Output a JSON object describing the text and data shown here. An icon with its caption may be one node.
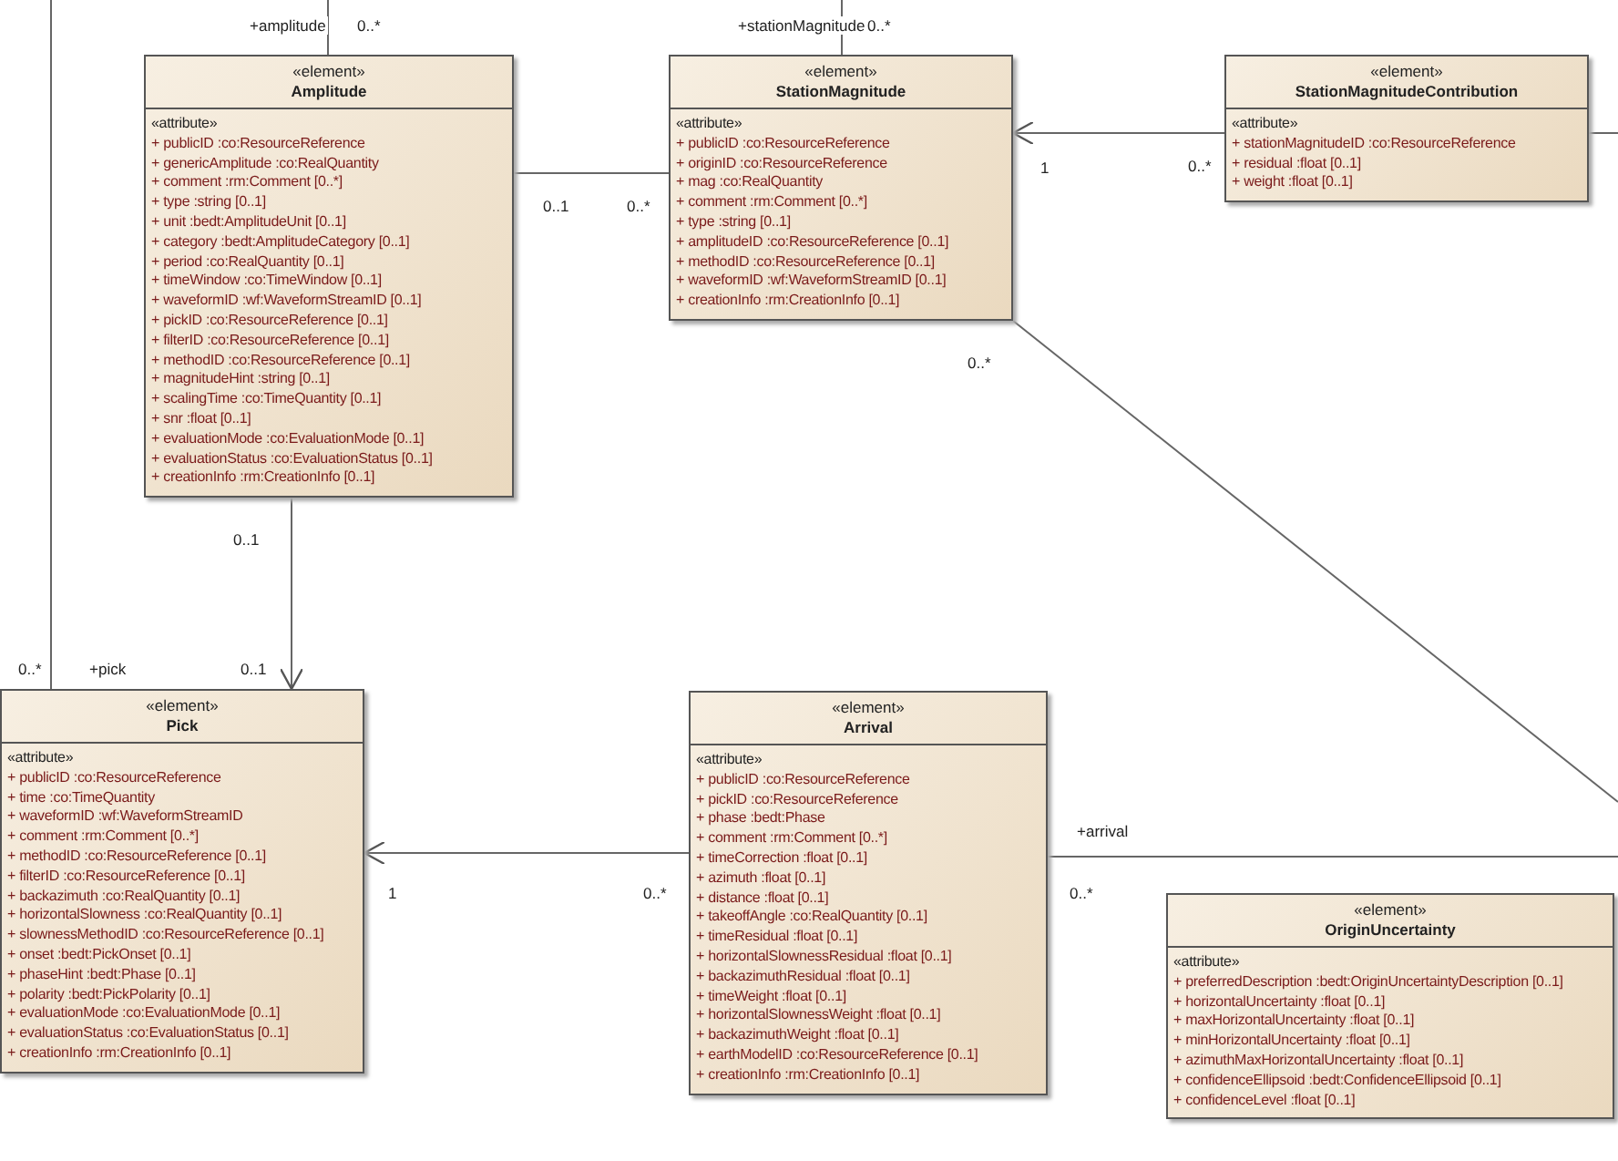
{
  "diagram": {
    "nodes": [
      {
        "text": [
          "«element»",
          "Amplitude",
          "«attribute»",
          "+ publicID :co:ResourceReference",
          "+ genericAmplitude :co:RealQuantity",
          "+ comment :rm:Comment [0..*]",
          "+ type :string [0..1]",
          "+ unit :bedt:AmplitudeUnit [0..1]",
          "+ category :bedt:AmplitudeCategory [0..1]",
          "+ period :co:RealQuantity [0..1]",
          "+ timeWindow :co:TimeWindow [0..1]",
          "+ waveformID :wf:WaveformStreamID [0..1]",
          "+ pickID :co:ResourceReference [0..1]",
          "+ filterID :co:ResourceReference [0..1]",
          "+ methodID :co:ResourceReference [0..1]",
          "+ magnitudeHint :string [0..1]",
          "+ scalingTime :co:TimeQuantity [0..1]",
          "+ snr :float [0..1]",
          "+ evaluationMode :co:EvaluationMode [0..1]",
          "+ evaluationStatus :co:EvaluationStatus [0..1]",
          "+ creationInfo :rm:CreationInfo [0..1]"
        ]
      },
      {
        "text": [
          "«element»",
          "StationMagnitude",
          "«attribute»",
          "+ publicID :co:ResourceReference",
          "+ originID :co:ResourceReference",
          "+ mag :co:RealQuantity",
          "+ comment :rm:Comment [0..*]",
          "+ type :string [0..1]",
          "+ amplitudeID :co:ResourceReference [0..1]",
          "+ methodID :co:ResourceReference [0..1]",
          "+ waveformID :wf:WaveformStreamID [0..1]",
          "+ creationInfo :rm:CreationInfo [0..1]"
        ]
      },
      {
        "text": [
          "«element»",
          "StationMagnitudeContribution",
          "«attribute»",
          "+ stationMagnitudeID :co:ResourceReference",
          "+ residual :float [0..1]",
          "+ weight :float [0..1]"
        ]
      },
      {
        "text": [
          "«element»",
          "Pick",
          "«attribute»",
          "+ publicID :co:ResourceReference",
          "+ time :co:TimeQuantity",
          "+ waveformID :wf:WaveformStreamID",
          "+ comment :rm:Comment [0..*]",
          "+ methodID :co:ResourceReference [0..1]",
          "+ filterID :co:ResourceReference [0..1]",
          "+ backazimuth :co:RealQuantity [0..1]",
          "+ horizontalSlowness :co:RealQuantity [0..1]",
          "+ slownessMethodID :co:ResourceReference [0..1]",
          "+ onset :bedt:PickOnset [0..1]",
          "+ phaseHint :bedt:Phase [0..1]",
          "+ polarity :bedt:PickPolarity [0..1]",
          "+ evaluationMode :co:EvaluationMode [0..1]",
          "+ evaluationStatus :co:EvaluationStatus [0..1]",
          "+ creationInfo :rm:CreationInfo [0..1]"
        ]
      },
      {
        "text": [
          "«element»",
          "Arrival",
          "«attribute»",
          "+ publicID :co:ResourceReference",
          "+ pickID :co:ResourceReference",
          "+ phase :bedt:Phase",
          "+ comment :rm:Comment [0..*]",
          "+ timeCorrection :float [0..1]",
          "+ azimuth :float [0..1]",
          "+ distance :float [0..1]",
          "+ takeoffAngle :co:RealQuantity [0..1]",
          "+ timeResidual :float [0..1]",
          "+ horizontalSlownessResidual :float [0..1]",
          "+ backazimuthResidual :float [0..1]",
          "+ timeWeight :float [0..1]",
          "+ horizontalSlownessWeight :float [0..1]",
          "+ backazimuthWeight :float [0..1]",
          "+ earthModelID :co:ResourceReference [0..1]",
          "+ creationInfo :rm:CreationInfo [0..1]"
        ]
      },
      {
        "text": [
          "«element»",
          "OriginUncertainty",
          "«attribute»",
          "+ preferredDescription :bedt:OriginUncertaintyDescription [0..1]",
          "+ horizontalUncertainty :float [0..1]",
          "+ maxHorizontalUncertainty :float [0..1]",
          "+ minHorizontalUncertainty :float [0..1]",
          "+ azimuthMaxHorizontalUncertainty :float [0..1]",
          "+ confidenceEllipsoid :bedt:ConfidenceEllipsoid [0..1]",
          "+ confidenceLevel :float [0..1]"
        ]
      }
    ],
    "edges": [
      {
        "from": null,
        "to": 0,
        "arrow": "none",
        "label": "+amplitude"
      },
      {
        "from": null,
        "to": 1,
        "arrow": "none",
        "label": "+stationMagnitude"
      },
      {
        "from": null,
        "to": 3,
        "arrow": "none",
        "label": "+pick"
      },
      {
        "from": 0,
        "to": 3,
        "arrow": "to"
      },
      {
        "from": 1,
        "to": 0,
        "arrow": "none"
      },
      {
        "from": 2,
        "to": 1,
        "arrow": "to"
      },
      {
        "from": 2,
        "to": null,
        "arrow": "none"
      },
      {
        "from": 1,
        "to": null,
        "arrow": "none"
      },
      {
        "from": 4,
        "to": 3,
        "arrow": "to"
      },
      {
        "from": null,
        "to": 4,
        "arrow": "none",
        "label": "+arrival"
      }
    ],
    "labels": [
      "0..*",
      "0..*",
      "1",
      "0..*",
      "0..1",
      "0..*",
      "0..*",
      "0..1",
      "0..*",
      "0..1",
      "1",
      "0..*",
      "0..*"
    ]
  }
}
